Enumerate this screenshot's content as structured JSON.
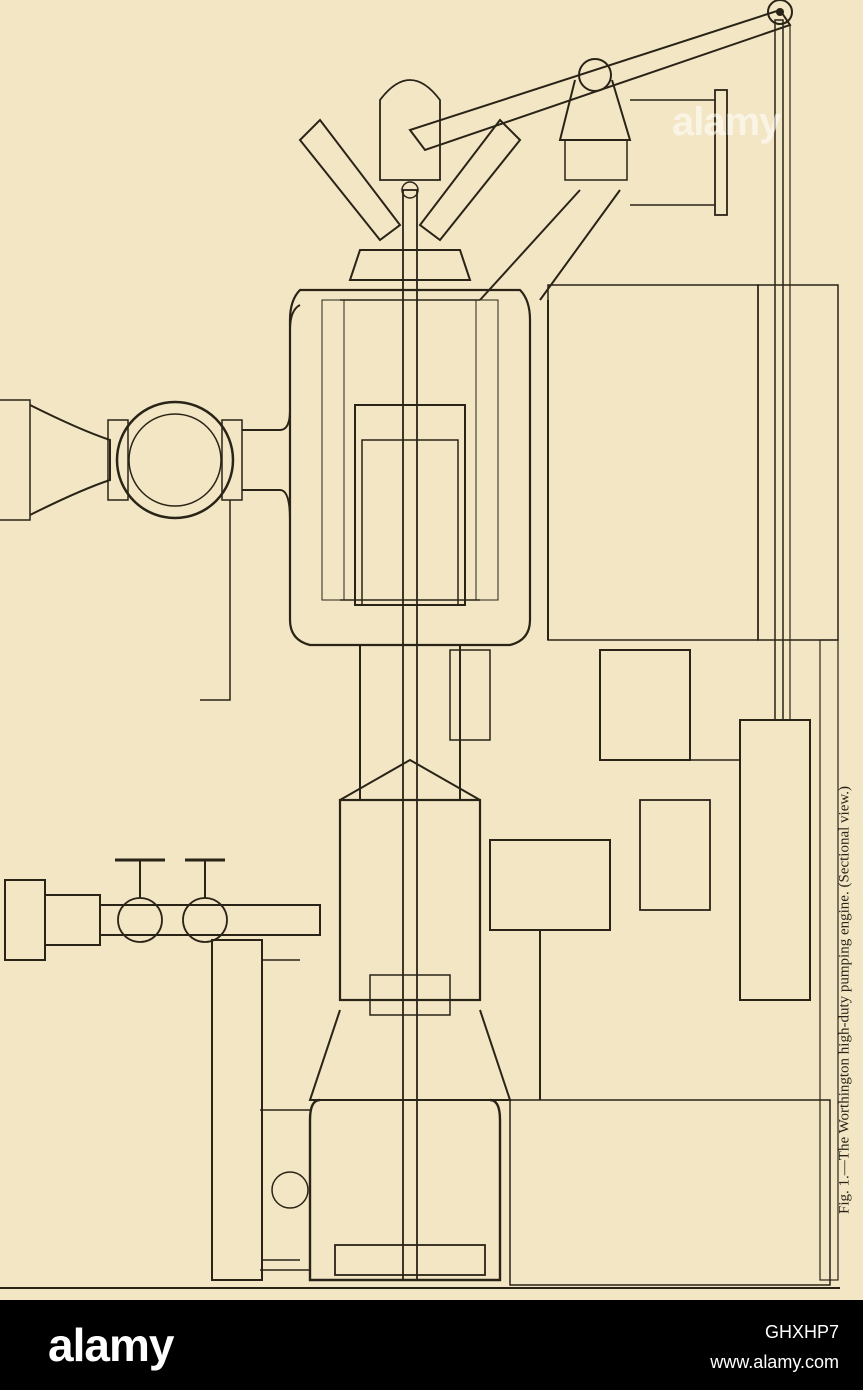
{
  "figure": {
    "caption": "Fig. 1.—The Worthington high-duty pumping engine. (Sectional view.)"
  },
  "watermark": {
    "text": "alamy"
  },
  "footer": {
    "logo": "alamy",
    "image_id": "GHXHP7",
    "url": "www.alamy.com"
  },
  "colors": {
    "paper": "#f3e6c4",
    "ink": "#2a2418",
    "footer_bg": "#000000",
    "footer_text": "#ffffff"
  }
}
